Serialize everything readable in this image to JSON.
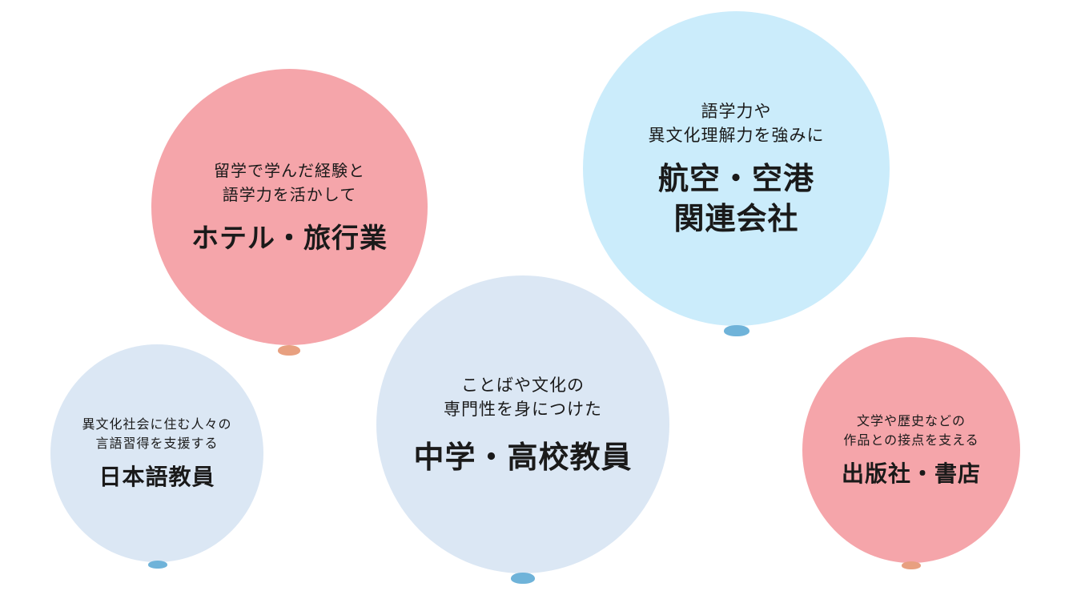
{
  "colors": {
    "pink": "#f5a5aa",
    "blue_light": "#cbecfb",
    "blue_pale": "#dbe7f4",
    "knot_pink": "#e8a080",
    "knot_blue": "#6fb3d9"
  },
  "balloons": [
    {
      "sub": [
        "留学で学んだ経験と",
        "語学力を活かして"
      ],
      "title": [
        "ホテル・旅行業"
      ]
    },
    {
      "sub": [
        "語学力や",
        "異文化理解力を強みに"
      ],
      "title": [
        "航空・空港",
        "関連会社"
      ]
    },
    {
      "sub": [
        "異文化社会に住む人々の",
        "言語習得を支援する"
      ],
      "title": [
        "日本語教員"
      ]
    },
    {
      "sub": [
        "ことばや文化の",
        "専門性を身につけた"
      ],
      "title": [
        "中学・高校教員"
      ]
    },
    {
      "sub": [
        "文学や歴史などの",
        "作品との接点を支える"
      ],
      "title": [
        "出版社・書店"
      ]
    }
  ]
}
